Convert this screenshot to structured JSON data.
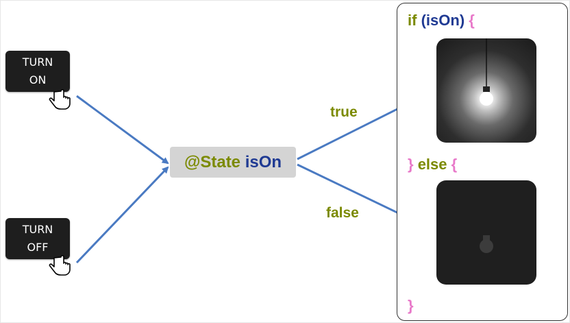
{
  "buttons": {
    "turn_on": [
      "TURN",
      "ON"
    ],
    "turn_off": [
      "TURN",
      "OFF"
    ]
  },
  "state": {
    "decorator": "@State",
    "variable": "isOn"
  },
  "edges": {
    "true_label": "true",
    "false_label": "false"
  },
  "code": {
    "if_keyword": "if",
    "open_paren": "(",
    "condition": "isOn",
    "close_paren": ")",
    "open_brace": "{",
    "else_close_brace": "}",
    "else_keyword": "else",
    "else_open_brace": "{",
    "final_brace": "}"
  },
  "colors": {
    "keyword_green": "#7b8a00",
    "variable_blue": "#1f3a93",
    "brace_pink": "#e879c9",
    "arrow_blue": "#4a7ac2",
    "button_dark": "#1e1e1e"
  },
  "icons": {
    "cursor": "pointer-hand-icon",
    "bulb_on": "lit-bulb-icon",
    "bulb_off": "unlit-bulb-icon"
  }
}
